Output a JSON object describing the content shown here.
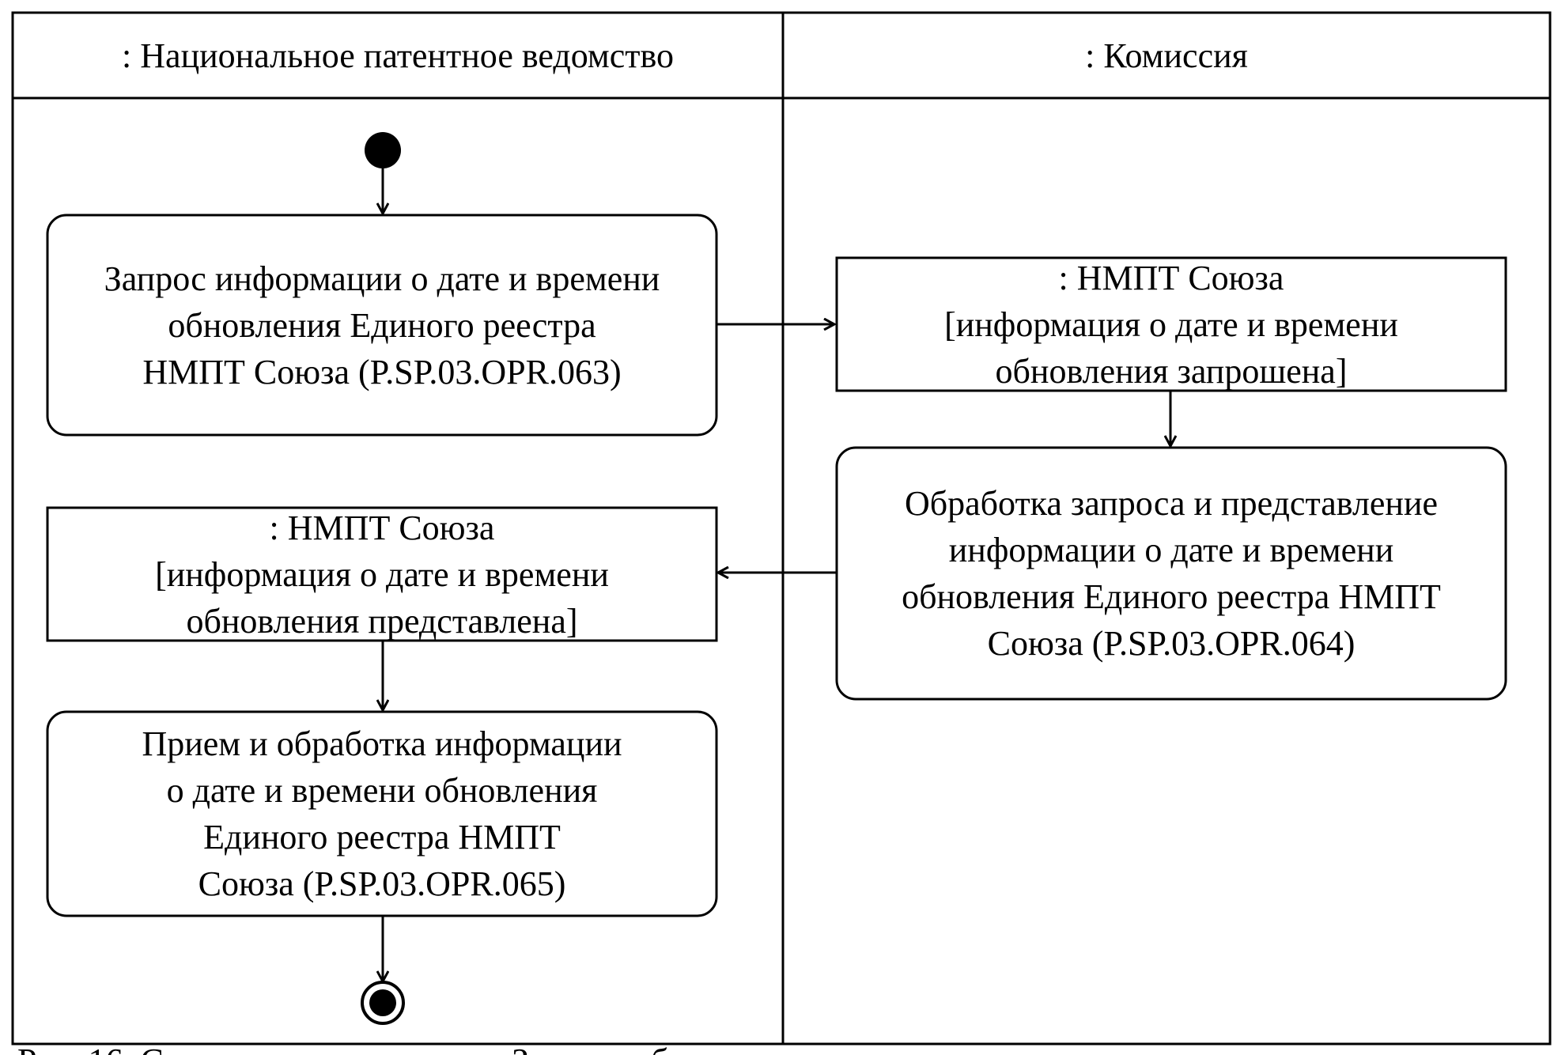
{
  "swimlanes": {
    "left_title": ": Национальное патентное ведомство",
    "right_title": ": Комиссия"
  },
  "nodes": {
    "request": {
      "lines": [
        "Запрос информации о дате и времени",
        "обновления Единого реестра",
        "НМПТ Союза (P.SP.03.OPR.063)"
      ]
    },
    "object_requested": {
      "lines": [
        ": НМПТ Союза",
        "[информация о дате и времени",
        "обновления запрошена]"
      ]
    },
    "processing": {
      "lines": [
        "Обработка запроса и представление",
        "информации о дате и времени",
        "обновления Единого реестра НМПТ",
        "Союза (P.SP.03.OPR.064)"
      ]
    },
    "object_provided": {
      "lines": [
        ": НМПТ Союза",
        "[информация о дате и времени",
        "обновления представлена]"
      ]
    },
    "receive": {
      "lines": [
        "Прием и обработка информации",
        "о дате и времени обновления",
        "Единого реестра НМПТ",
        "Союза (P.SP.03.OPR.065)"
      ]
    }
  },
  "caption_partial": "Рис. 16. С                                        З              б"
}
